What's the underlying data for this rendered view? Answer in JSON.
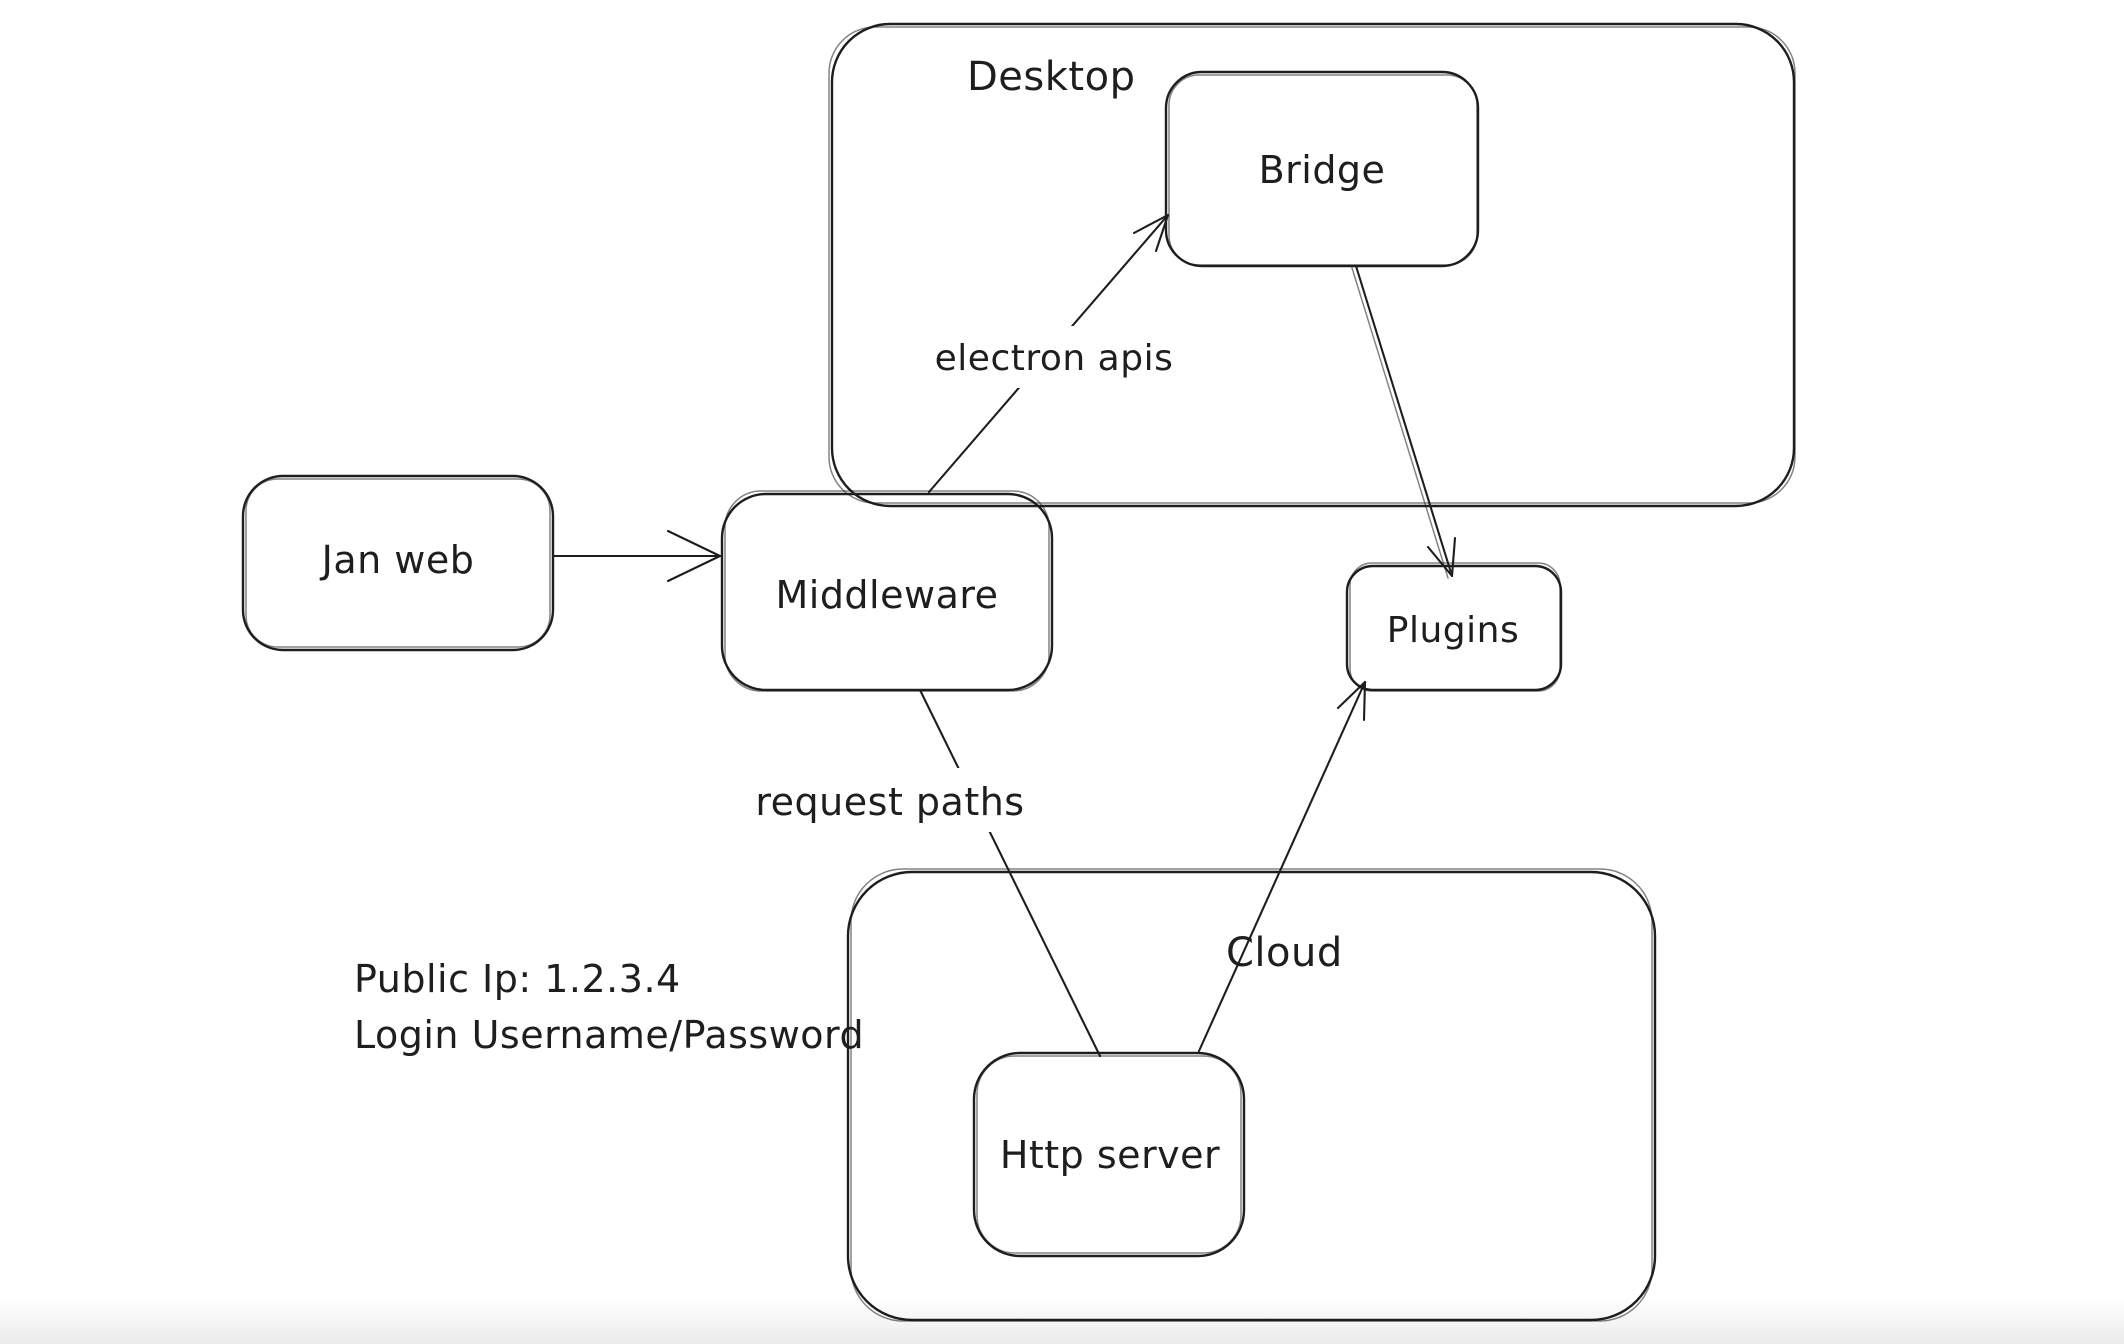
{
  "diagram": {
    "containers": {
      "desktop": {
        "label": "Desktop"
      },
      "cloud": {
        "label": "Cloud"
      }
    },
    "nodes": {
      "jan_web": {
        "label": "Jan web"
      },
      "middleware": {
        "label": "Middleware"
      },
      "bridge": {
        "label": "Bridge"
      },
      "plugins": {
        "label": "Plugins"
      },
      "http_server": {
        "label": "Http server"
      }
    },
    "edges": [
      {
        "from": "Jan web",
        "to": "Middleware",
        "label": "",
        "arrowhead": "end"
      },
      {
        "from": "Middleware",
        "to": "Bridge",
        "label": "electron apis",
        "arrowhead": "end"
      },
      {
        "from": "Bridge",
        "to": "Plugins",
        "label": "",
        "arrowhead": "end"
      },
      {
        "from": "Middleware",
        "to": "Http server",
        "label": "request paths",
        "arrowhead": "none"
      },
      {
        "from": "Http server",
        "to": "Plugins",
        "label": "",
        "arrowhead": "end"
      }
    ],
    "notes": {
      "public_ip": "Public Ip: 1.2.3.4",
      "login": "Login Username/Password"
    },
    "colors": {
      "stroke": "#1e1e1e",
      "background": "#ffffff"
    }
  }
}
